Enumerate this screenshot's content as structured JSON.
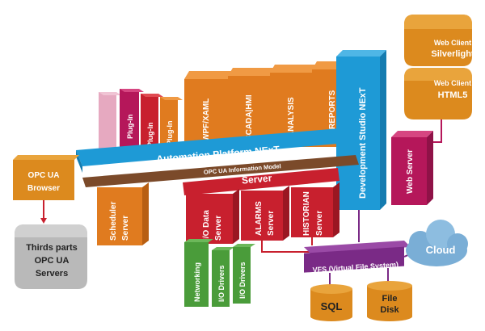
{
  "colors": {
    "orange": "#e07b1f",
    "red": "#c8202e",
    "magenta": "#b5175a",
    "blue": "#1e9ad6",
    "purple": "#7a2a86",
    "green": "#4a9c3a",
    "gold": "#dc8a1e",
    "grey": "#b9b9b9",
    "brown": "#7b4a2a",
    "light_pink": "#e6a9c0"
  },
  "labels": {
    "web_client_silverlight": "Web Client",
    "silverlight": "Silverlight",
    "web_client_html5": "Web Client",
    "html5": "HTML5",
    "wpf_xaml": "WPF/XAML",
    "scada_hmi": "SCADA|HMI",
    "analysis": "ANALYSIS",
    "reports": "REPORTS",
    "development_studio": "Development Studio NExT",
    "plugin_1": "Plug-In",
    "plugin_2": "Plug-In",
    "plugin_3": "Plug-In",
    "automation_platform": "Automation Platform.NExT",
    "opc_ua_info_model": "OPC UA Information Model",
    "server": "Server",
    "web_server": "Web Server",
    "opc_ua_browser_1": "OPC UA",
    "opc_ua_browser_2": "Browser",
    "scheduler_server_1": "Scheduler",
    "scheduler_server_2": "Server",
    "io_data_server_1": "I/O Data",
    "io_data_server_2": "Server",
    "alarms_server_1": "ALARMS",
    "alarms_server_2": "Server",
    "historian_server_1": "HISTORIAN",
    "historian_server_2": "Server",
    "third_parts_1": "Thirds parts",
    "third_parts_2": "OPC UA",
    "third_parts_3": "Servers",
    "networking": "Networking",
    "io_drivers_1": "I/O Drivers",
    "io_drivers_2": "I/O Drivers",
    "vfs": "VFS (Virtual File System)",
    "cloud": "Cloud",
    "sql": "SQL",
    "file_disk_1": "File",
    "file_disk_2": "Disk"
  }
}
